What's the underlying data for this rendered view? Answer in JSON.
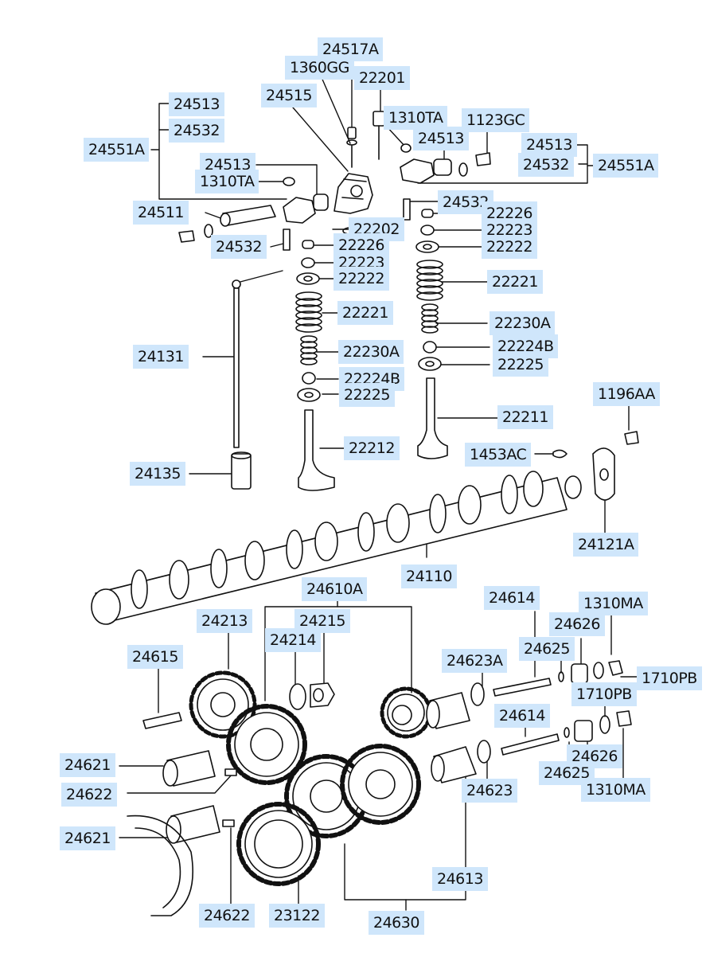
{
  "colors": {
    "label_background": "#cfe6fb",
    "line": "#111111",
    "background": "#ffffff"
  },
  "diagram": {
    "parts": [
      {
        "id": "p01",
        "number": "24517A"
      },
      {
        "id": "p02",
        "number": "1360GG"
      },
      {
        "id": "p03",
        "number": "22201"
      },
      {
        "id": "p04",
        "number": "24515"
      },
      {
        "id": "p05",
        "number": "1310TA"
      },
      {
        "id": "p06",
        "number": "1123GC"
      },
      {
        "id": "p07",
        "number": "24513"
      },
      {
        "id": "p08",
        "number": "24532"
      },
      {
        "id": "p09",
        "number": "24551A"
      },
      {
        "id": "p10",
        "number": "24513"
      },
      {
        "id": "p11",
        "number": "24513"
      },
      {
        "id": "p12",
        "number": "24532"
      },
      {
        "id": "p13",
        "number": "24551A"
      },
      {
        "id": "p14",
        "number": "24513"
      },
      {
        "id": "p15",
        "number": "1310TA"
      },
      {
        "id": "p16",
        "number": "24532"
      },
      {
        "id": "p17",
        "number": "24511"
      },
      {
        "id": "p18",
        "number": "22226"
      },
      {
        "id": "p19",
        "number": "22202"
      },
      {
        "id": "p20",
        "number": "22223"
      },
      {
        "id": "p21",
        "number": "24532"
      },
      {
        "id": "p22",
        "number": "22226"
      },
      {
        "id": "p23",
        "number": "22222"
      },
      {
        "id": "p24",
        "number": "22223"
      },
      {
        "id": "p25",
        "number": "22222"
      },
      {
        "id": "p26",
        "number": "22221"
      },
      {
        "id": "p27",
        "number": "22221"
      },
      {
        "id": "p28",
        "number": "22230A"
      },
      {
        "id": "p29",
        "number": "24131"
      },
      {
        "id": "p30",
        "number": "22230A"
      },
      {
        "id": "p31",
        "number": "22224B"
      },
      {
        "id": "p32",
        "number": "22224B"
      },
      {
        "id": "p33",
        "number": "22225"
      },
      {
        "id": "p34",
        "number": "22225"
      },
      {
        "id": "p35",
        "number": "1196AA"
      },
      {
        "id": "p36",
        "number": "22211"
      },
      {
        "id": "p37",
        "number": "22212"
      },
      {
        "id": "p38",
        "number": "1453AC"
      },
      {
        "id": "p39",
        "number": "24135"
      },
      {
        "id": "p40",
        "number": "24121A"
      },
      {
        "id": "p41",
        "number": "24110"
      },
      {
        "id": "p42",
        "number": "24610A"
      },
      {
        "id": "p43",
        "number": "24614"
      },
      {
        "id": "p44",
        "number": "1310MA"
      },
      {
        "id": "p45",
        "number": "24213"
      },
      {
        "id": "p46",
        "number": "24215"
      },
      {
        "id": "p47",
        "number": "24626"
      },
      {
        "id": "p48",
        "number": "24214"
      },
      {
        "id": "p49",
        "number": "24625"
      },
      {
        "id": "p50",
        "number": "24615"
      },
      {
        "id": "p51",
        "number": "24623A"
      },
      {
        "id": "p52",
        "number": "1710PB"
      },
      {
        "id": "p53",
        "number": "1710PB"
      },
      {
        "id": "p54",
        "number": "24614"
      },
      {
        "id": "p55",
        "number": "24621"
      },
      {
        "id": "p56",
        "number": "24626"
      },
      {
        "id": "p57",
        "number": "24625"
      },
      {
        "id": "p58",
        "number": "24622"
      },
      {
        "id": "p59",
        "number": "24623"
      },
      {
        "id": "p60",
        "number": "1310MA"
      },
      {
        "id": "p61",
        "number": "24621"
      },
      {
        "id": "p62",
        "number": "24613"
      },
      {
        "id": "p63",
        "number": "24622"
      },
      {
        "id": "p64",
        "number": "23122"
      },
      {
        "id": "p65",
        "number": "24630"
      }
    ]
  }
}
